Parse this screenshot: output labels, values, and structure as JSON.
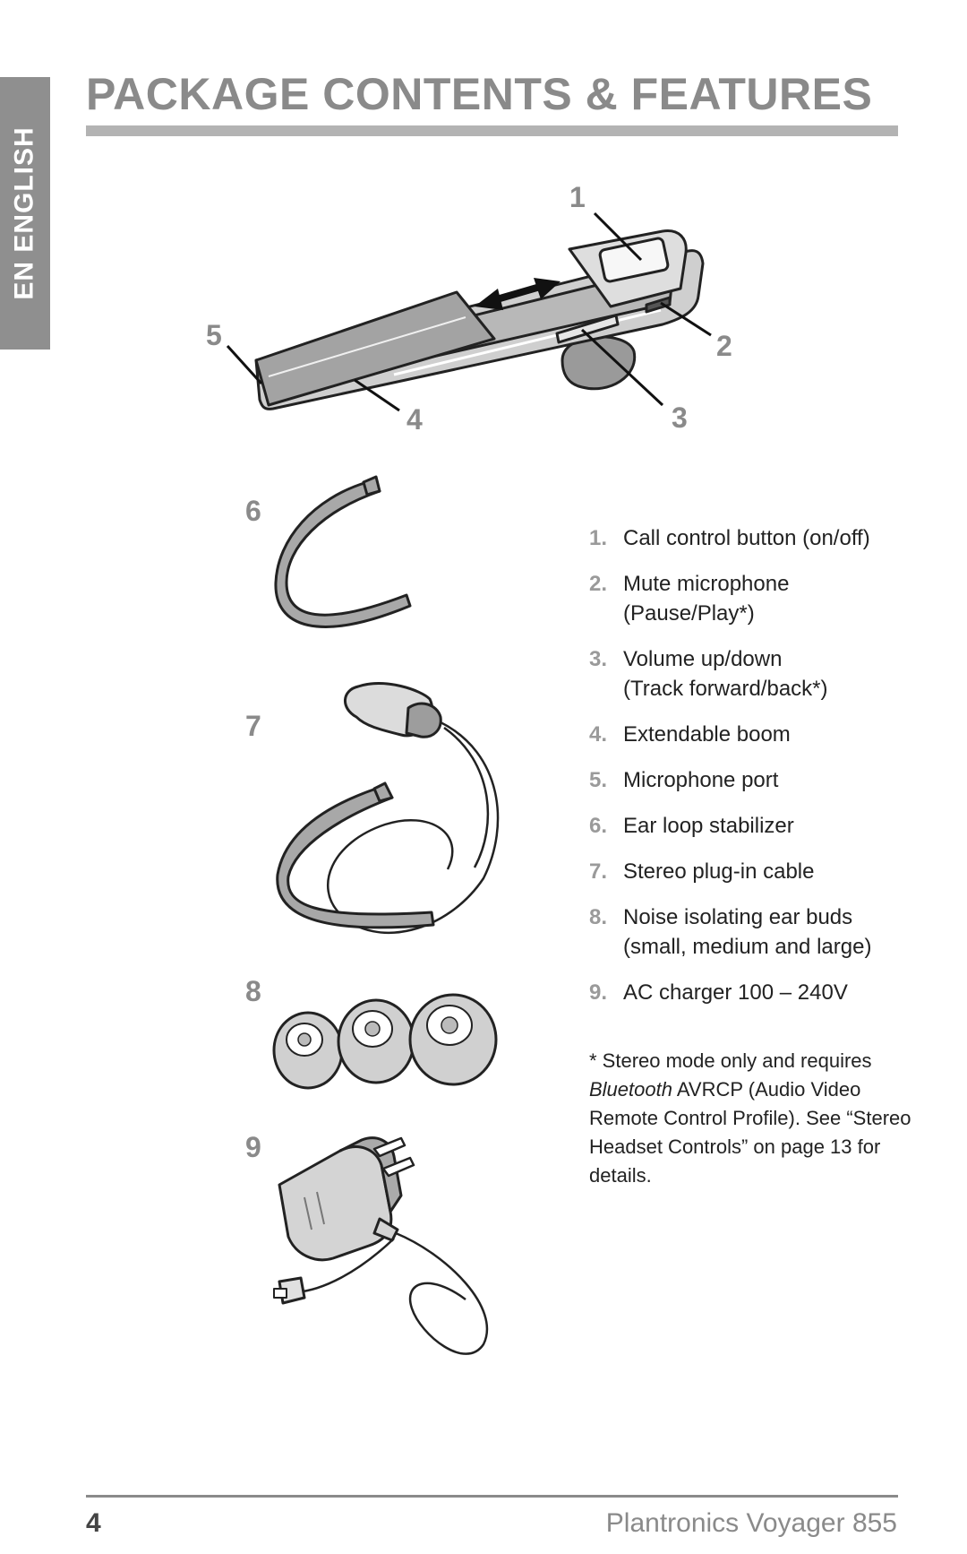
{
  "side_tab": {
    "label": "EN ENGLISH"
  },
  "title": "PACKAGE CONTENTS & FEATURES",
  "callouts": [
    "1",
    "2",
    "3",
    "4",
    "5",
    "6",
    "7",
    "8",
    "9"
  ],
  "features": [
    {
      "num": "1.",
      "line1": "Call control button (on/off)",
      "line2": ""
    },
    {
      "num": "2.",
      "line1": "Mute microphone",
      "line2": "(Pause/Play*)"
    },
    {
      "num": "3.",
      "line1": "Volume up/down",
      "line2": "(Track forward/back*)"
    },
    {
      "num": "4.",
      "line1": "Extendable boom",
      "line2": ""
    },
    {
      "num": "5.",
      "line1": "Microphone port",
      "line2": ""
    },
    {
      "num": "6.",
      "line1": "Ear loop stabilizer",
      "line2": ""
    },
    {
      "num": "7.",
      "line1": "Stereo plug-in cable",
      "line2": ""
    },
    {
      "num": "8.",
      "line1": "Noise isolating ear buds",
      "line2": "(small, medium and large)"
    },
    {
      "num": "9.",
      "line1": "AC charger 100 – 240V",
      "line2": ""
    }
  ],
  "note": {
    "before": "* Stereo mode only and requires ",
    "italic": "Bluetooth",
    "after": " AVRCP (Audio Video Remote Control Profile). See “Stereo Headset Controls” on page 13 for details."
  },
  "footer": {
    "page_number": "4",
    "product": "Plantronics Voyager 855"
  }
}
